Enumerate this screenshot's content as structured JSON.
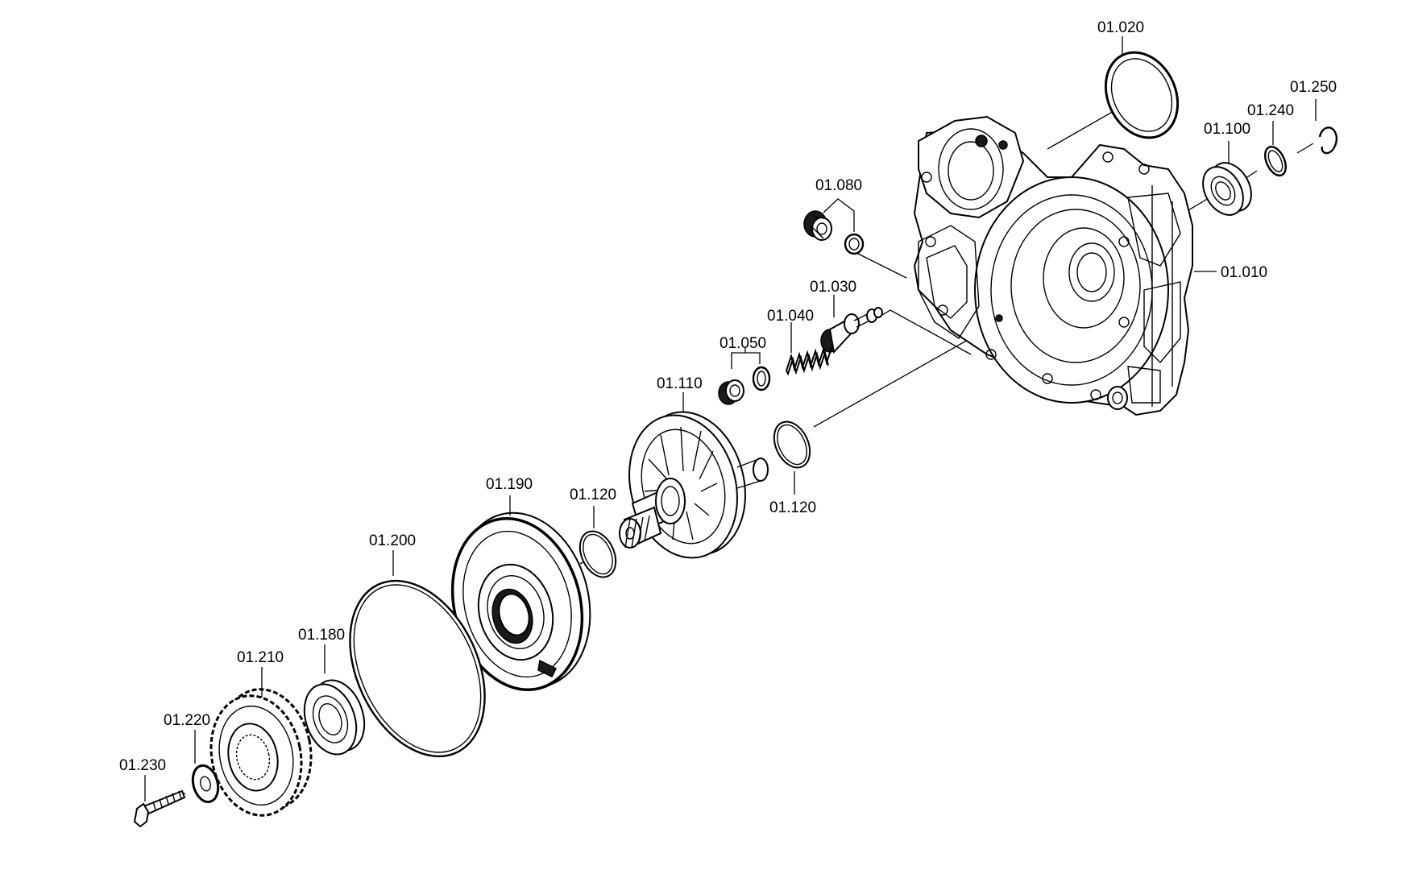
{
  "labels": {
    "p01_010": "01.010",
    "p01_020": "01.020",
    "p01_030": "01.030",
    "p01_040": "01.040",
    "p01_050": "01.050",
    "p01_080": "01.080",
    "p01_100": "01.100",
    "p01_110": "01.110",
    "p01_120a": "01.120",
    "p01_120b": "01.120",
    "p01_180": "01.180",
    "p01_190": "01.190",
    "p01_200": "01.200",
    "p01_210": "01.210",
    "p01_220": "01.220",
    "p01_230": "01.230",
    "p01_240": "01.240",
    "p01_250": "01.250"
  }
}
